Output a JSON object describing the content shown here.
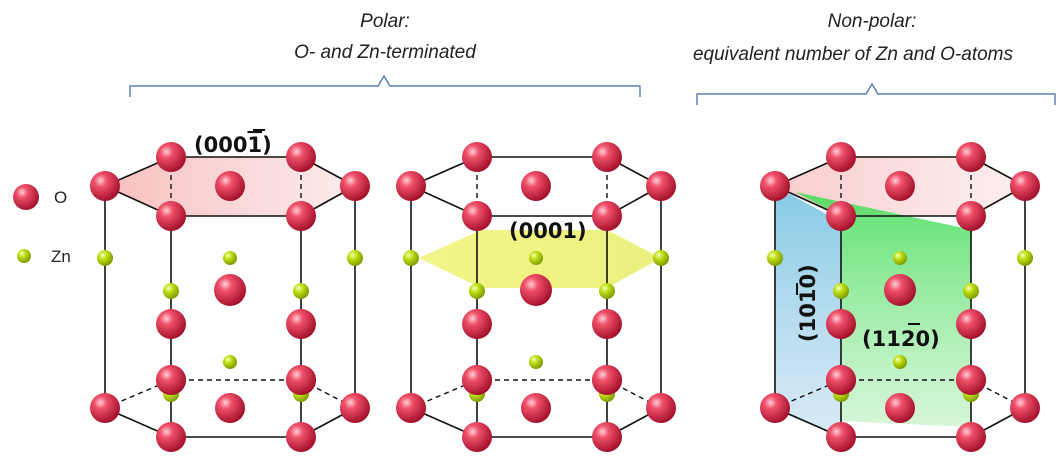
{
  "headers": {
    "polar_line1": "Polar:",
    "polar_line2": "O- and Zn-terminated",
    "nonpolar_line1": "Non-polar:",
    "nonpolar_line2": "equivalent number of Zn and O-atoms"
  },
  "legend": {
    "oxygen_label": "O",
    "zinc_label": "Zn"
  },
  "planes": {
    "p1_prefix": "(000",
    "p1_bar": "1",
    "p1_suffix": ")",
    "p2": "(0001)",
    "p3_prefix": "(10",
    "p3_bar": "1",
    "p3_suffix": "0)",
    "p4_prefix": "(11",
    "p4_bar": "2",
    "p4_suffix": "0)"
  },
  "colors": {
    "oxygen": "#e8304e",
    "zinc": "#b5d90a",
    "brace": "#5b84b8",
    "plane_0001_bar": "#f4b8b8",
    "plane_0001": "#eef27a",
    "plane_1010": "#7cc7e3",
    "plane_1120": "#6fe07a"
  }
}
